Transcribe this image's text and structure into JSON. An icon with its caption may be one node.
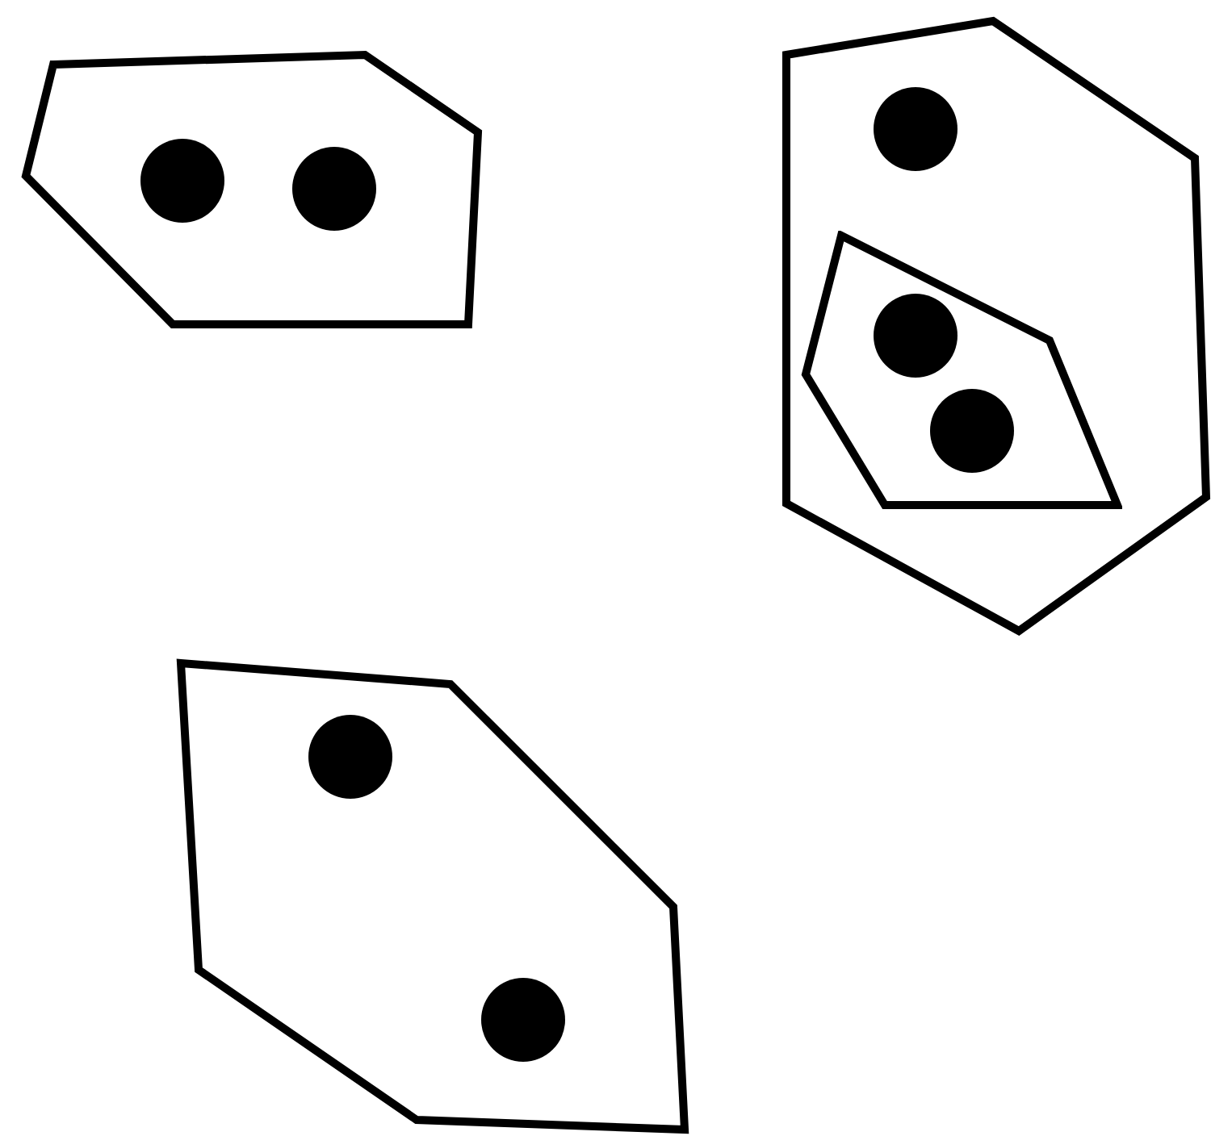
{
  "diagram": {
    "nodes": [
      {
        "text": [],
        "shape": "polygon"
      },
      {
        "text": [],
        "shape": "circle",
        "in": 0
      },
      {
        "text": [],
        "shape": "circle",
        "in": 0
      },
      {
        "text": [],
        "shape": "polygon"
      },
      {
        "text": [],
        "shape": "circle",
        "in": 3
      },
      {
        "text": [],
        "shape": "polygon",
        "in": 3
      },
      {
        "text": [],
        "shape": "circle",
        "in": 5
      },
      {
        "text": [],
        "shape": "circle",
        "in": 5
      },
      {
        "text": [],
        "shape": "polygon"
      },
      {
        "text": [],
        "shape": "circle",
        "in": 8
      },
      {
        "text": [],
        "shape": "circle",
        "in": 8
      }
    ]
  }
}
